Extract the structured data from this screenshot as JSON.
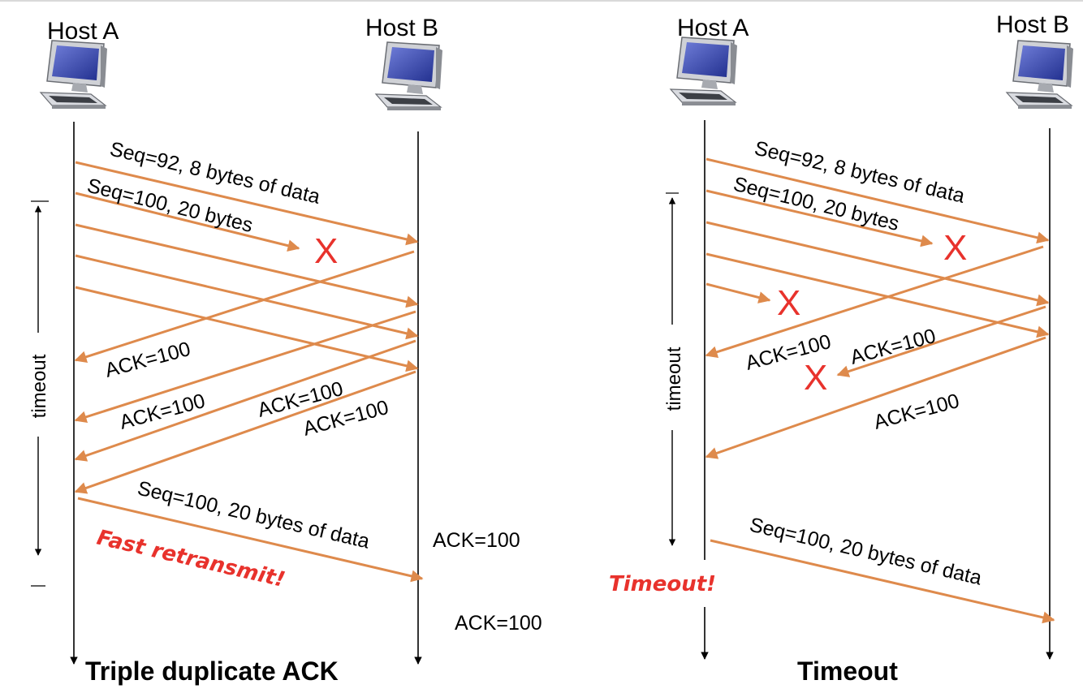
{
  "colors": {
    "segment": "#de8a4c",
    "loss_marker": "#e8322c",
    "alert_text": "#e8322c",
    "timeline": "#000000"
  },
  "icons": {
    "host": "desktop-computer-icon"
  },
  "left": {
    "host_a": "Host A",
    "host_b": "Host B",
    "seg1": "Seq=92, 8 bytes of data",
    "seg2": "Seq=100, 20 bytes",
    "loss": "X",
    "ack1": "ACK=100",
    "ack2": "ACK=100",
    "ack3": "ACK=100",
    "ack4": "ACK=100",
    "timeout": "timeout",
    "retransmit": "Seq=100, 20 bytes of data",
    "ack_after_1": "ACK=100",
    "ack_after_2": "ACK=100",
    "alert": "Fast retransmit!",
    "caption": "Triple duplicate ACK"
  },
  "right": {
    "host_a": "Host A",
    "host_b": "Host B",
    "seg1": "Seq=92, 8 bytes of data",
    "seg2": "Seq=100, 20 bytes",
    "loss1": "X",
    "loss2": "X",
    "loss3": "X",
    "ack1": "ACK=100",
    "ack2": "ACK=100",
    "ack3": "ACK=100",
    "timeout": "timeout",
    "retransmit": "Seq=100, 20 bytes of data",
    "alert": "Timeout!",
    "caption": "Timeout"
  }
}
